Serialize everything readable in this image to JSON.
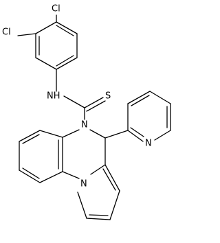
{
  "molecule": {
    "atom_labels": {
      "cl_top": "Cl",
      "cl_left": "Cl",
      "nh": "NH",
      "s": "S",
      "n_amide": "N",
      "n_pyridine": "N",
      "n_pyrrole": "N"
    },
    "colors": {
      "bond": "#000000",
      "text": "#000000",
      "background": "#ffffff"
    }
  }
}
